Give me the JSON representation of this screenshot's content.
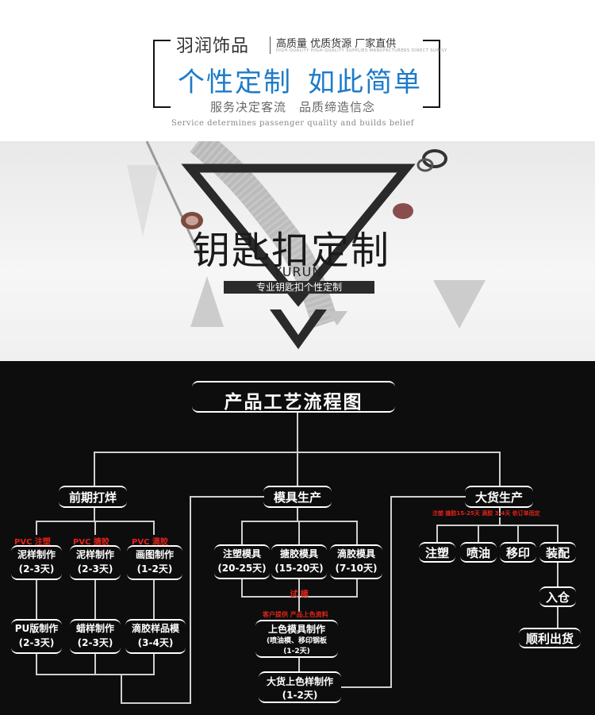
{
  "header": {
    "brand": "羽润饰品",
    "tagline": "高质量 优质货源 厂家直供",
    "tagline_small": "HIGH QUALITY  HIGH-QUALITY SUPPLIES  MANUFACTURERS DIRECT SUPPLY",
    "slogan_left": "个性定制",
    "slogan_right": "如此简单",
    "subslogan": "服务决定客流　品质缔造信念",
    "subslogan_en": "Service determines passenger quality and builds belief"
  },
  "banner": {
    "title": "钥匙扣定制",
    "subtitle": "YURUN",
    "pill": "专业钥匙扣个性定制"
  },
  "flow": {
    "title": "产品工艺流程图",
    "stages": {
      "pre": "前期打烊",
      "mold": "模具生产",
      "mass": "大货生产"
    },
    "pre_col1": {
      "tag": "PVC 注塑",
      "a": [
        "泥样制作",
        "(2-3天)"
      ],
      "b": [
        "PU版制作",
        "(2-3天)"
      ]
    },
    "pre_col2": {
      "tag": "PVC 搪胶",
      "a": [
        "泥样制作",
        "(2-3天)"
      ],
      "b": [
        "蜡样制作",
        "(2-3天)"
      ]
    },
    "pre_col3": {
      "tag": "PVC 滴胶",
      "a": [
        "画图制作",
        "(1-2天)"
      ],
      "b": [
        "滴胶样品模",
        "(3-4天)"
      ]
    },
    "molds": [
      {
        "name": "注塑模具",
        "days": "(20-25天)"
      },
      {
        "name": "搪胶模具",
        "days": "(15-20天)"
      },
      {
        "name": "滴胶模具",
        "days": "(7-10天)"
      }
    ],
    "trial": "试 模",
    "color_note": "客户提供 产品上色资料",
    "color_mold": {
      "name": "上色模具制作",
      "detail": "(喷油模、移印钢板",
      "days": "(1-2天)"
    },
    "mass_sample": {
      "name": "大货上色样制作",
      "days": "(1-2天)"
    },
    "mass_note": "注塑 搪胶15-25天 滴胶 3-4天 依订单而定",
    "mass_steps": [
      "注塑",
      "喷油",
      "移印",
      "装配"
    ],
    "warehouse": "入仓",
    "ship": "顺利出货"
  }
}
